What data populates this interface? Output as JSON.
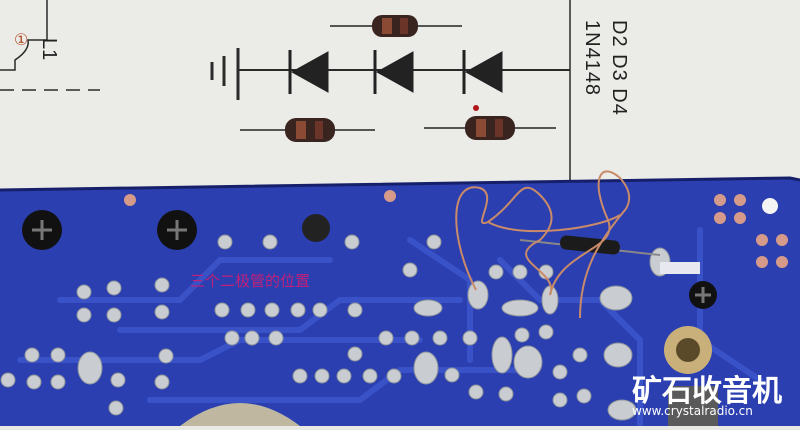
{
  "schematic": {
    "inductor_label": "L1",
    "circled_number": "①",
    "diode_designators": "D2 D3 D4",
    "diode_part_number": "1N4148"
  },
  "pcb": {
    "note": "三个二极管的位置"
  },
  "watermark": {
    "title": "矿石收音机",
    "url": "www.crystalradio.cn"
  },
  "colors": {
    "paper": "#ebebe7",
    "pcb_blue": "#2b3fb0",
    "solder": "#c9cdd2",
    "wire": "#c98a6a",
    "note_pink": "#c2207a"
  }
}
